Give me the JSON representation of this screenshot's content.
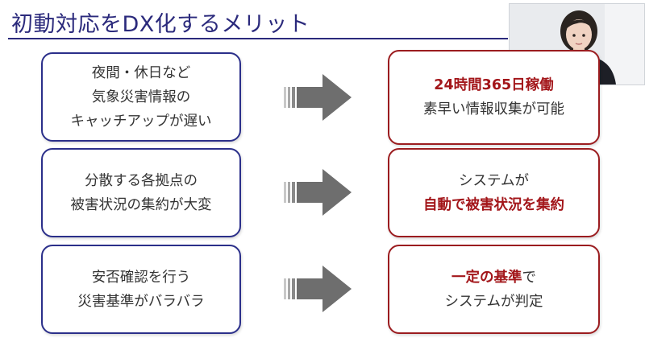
{
  "title": "初動対応をDX化するメリット",
  "colors": {
    "navy": "#2b2f8a",
    "red": "#9b1c1f",
    "accent_text": "#a3161a",
    "arrow": "#6e6e6e"
  },
  "rows": [
    {
      "problem": {
        "line1": "夜間・休日など",
        "line2": "気象災害情報の",
        "line3": "キャッチアップが遅い"
      },
      "benefit": {
        "line1": "24時間365日稼働",
        "line2": "素早い情報収集が可能"
      }
    },
    {
      "problem": {
        "line1": "分散する各拠点の",
        "line2": "被害状況の集約が大変"
      },
      "benefit": {
        "line1": "システムが",
        "line2": "自動で被害状況を集約"
      }
    },
    {
      "problem": {
        "line1": "安否確認を行う",
        "line2": "災害基準がバラバラ"
      },
      "benefit": {
        "line1_highlight": "一定の基準",
        "line1_rest": "で",
        "line2": "システムが判定"
      }
    }
  ]
}
